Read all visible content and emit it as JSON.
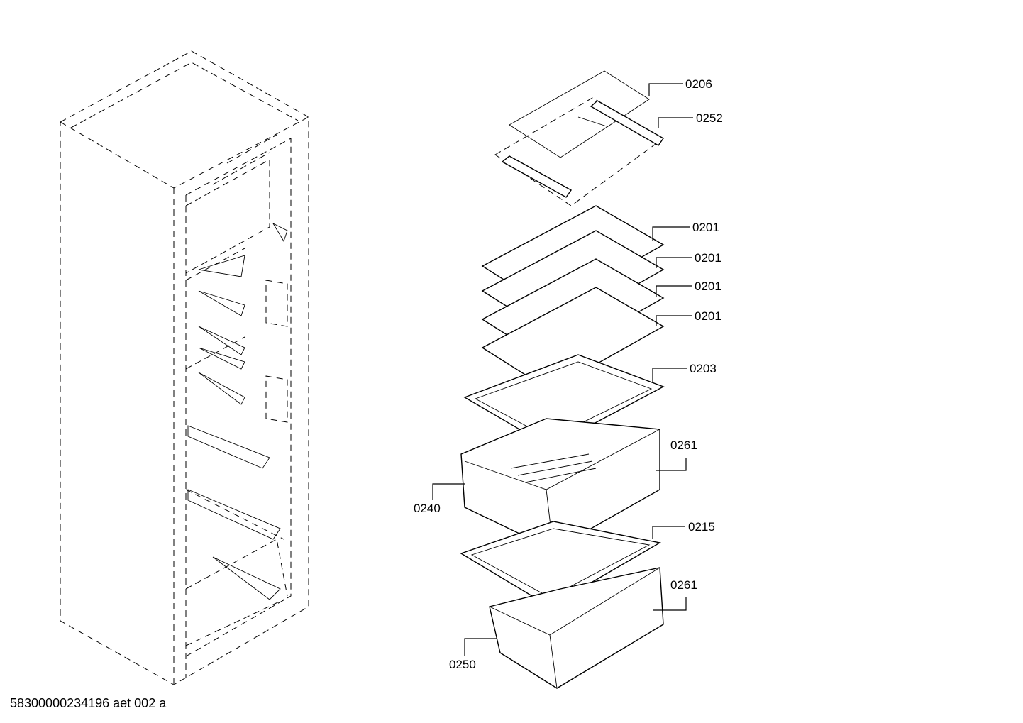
{
  "labels": {
    "p0206": "0206",
    "p0252": "0252",
    "p0201a": "0201",
    "p0201b": "0201",
    "p0201c": "0201",
    "p0201d": "0201",
    "p0203": "0203",
    "p0261a": "0261",
    "p0240": "0240",
    "p0215": "0215",
    "p0261b": "0261",
    "p0250": "0250"
  },
  "document_id": "58300000234196 aet 002 a"
}
